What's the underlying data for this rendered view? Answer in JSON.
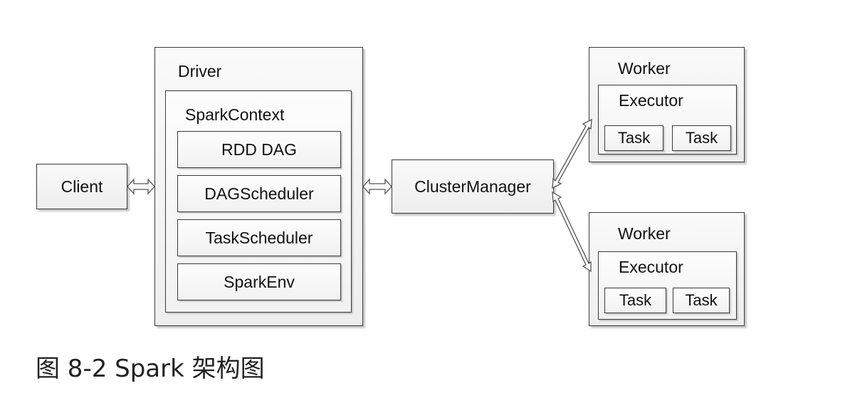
{
  "client": {
    "label": "Client"
  },
  "driver": {
    "label": "Driver",
    "spark_context": {
      "label": "SparkContext",
      "components": [
        "RDD DAG",
        "DAGScheduler",
        "TaskScheduler",
        "SparkEnv"
      ]
    }
  },
  "cluster_manager": {
    "label": "ClusterManager"
  },
  "workers": [
    {
      "label": "Worker",
      "executor": {
        "label": "Executor",
        "tasks": [
          "Task",
          "Task"
        ]
      }
    },
    {
      "label": "Worker",
      "executor": {
        "label": "Executor",
        "tasks": [
          "Task",
          "Task"
        ]
      }
    }
  ],
  "caption": "图 8-2 Spark 架构图"
}
